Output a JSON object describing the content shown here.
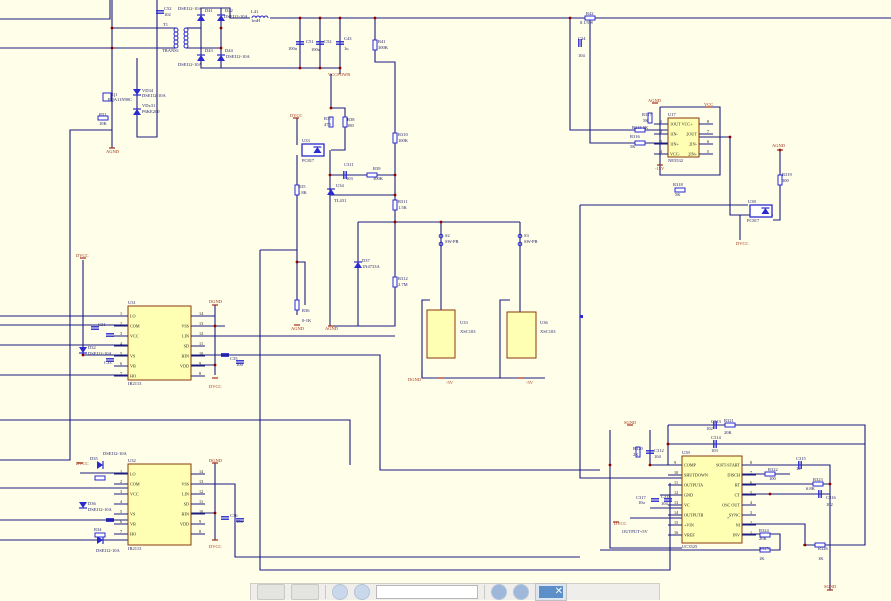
{
  "labels": {
    "c52top": "C52",
    "c52top_v": "102",
    "t1": "T1",
    "t1_part": "TRANS1",
    "d41": "D41",
    "d42": "D42",
    "d43": "D43",
    "d44": "D44",
    "dsei": "DSEI12-10A",
    "l41": "L41",
    "l41_v": "1mH",
    "c51": "C51",
    "c51_v": "100u",
    "c53": "C52",
    "c53_v": "100u",
    "c43": "C43",
    "c43_v": "1u",
    "r41": "R41",
    "r41_v": "300K",
    "vccpowr": "VCCPOWR",
    "q1": "Q1",
    "q1_part": "FQA11N90C",
    "vd34": "VD34",
    "vd34_part": "DSEI12-10A",
    "vdx31": "VDx31",
    "vdx31_part": "P6KE200",
    "r51": "R51",
    "r51_v": "10K",
    "agnd1": "AGND",
    "r42": "R42",
    "r42_v": "0.1/5W",
    "c34": "C34",
    "c34_v": "104",
    "r317": "R317",
    "r317_v": "5K",
    "agnd2": "AGND",
    "vcc1": "VCC",
    "r315": "R315 5K",
    "r316": "R316",
    "r316_v": "5K",
    "m15v": "-15V",
    "r318": "R318",
    "r318_v": "5K",
    "agnd3": "AGND",
    "r319": "R319",
    "r319_v": "300",
    "u38": "U38",
    "u38_part": "PC817",
    "dvcc_u38": "DVCC",
    "u33": "U33",
    "u33_part": "PC817",
    "dvcc1": "DVCC",
    "r37": "R37",
    "r37_v": "470",
    "r38": "R38",
    "r38_v": "180",
    "c311": "C311",
    "c311_v": "103",
    "r39": "R39",
    "r39_v": "300K",
    "u34": "U34",
    "u34_part": "TL431",
    "r310": "R310",
    "r310_v": "100K",
    "r311": "R311",
    "r311_v": "1.5K",
    "r312": "R312",
    "r312_v": "2.7M",
    "d37": "D37",
    "d37_part": "1N4733A",
    "r35": "R35",
    "r35_v": "1.8K",
    "r36": "R36",
    "r36_v": "0-1K",
    "agnd4": "AGND",
    "agnd5": "AGND",
    "s2": "S2",
    "s2_part": "SW-PB",
    "s3": "S3",
    "s3_part": "SW-PB",
    "xsc1": "U33",
    "xsc1_part": "XSC103",
    "xsc2": "U36",
    "xsc2_part": "XSC103",
    "dgnd_x": "DGND",
    "m5v1": "-5V",
    "m5v2": "-5V",
    "dvcc_ir1": "DVCC",
    "d32": "D32",
    "d32_part": "DSEI12-10A",
    "c31": "C31",
    "c33": "C33",
    "dgnd_ir1": "DGND",
    "dvcc_ir1b": "DVCC",
    "c35": "C35",
    "c35_v": "10u",
    "dvcc_ir2": "DVCC",
    "d35": "D35",
    "d35_part": "DSEI12-10A",
    "d36": "D36",
    "d36_part": "DSEI12-10A",
    "r34": "R34",
    "dgnd_ir2": "DGND",
    "dvcc_ir2b": "DVCC",
    "c36": "C36",
    "c36_v": "10u",
    "sgnd1": "SGND",
    "sgnd2": "SGND",
    "c313": "C313",
    "c313_v": "102",
    "r321": "R321",
    "r321_v": "20K",
    "c314": "C314",
    "c314_v": "103",
    "r320": "R320",
    "r320_v": "2K",
    "c312": "C312",
    "c312_v": "104",
    "c315": "C315",
    "c315_v": "1u",
    "r322": "R322",
    "r322_v": "100",
    "r323": "R323",
    "r323_v": "6.8K",
    "c316": "C316",
    "c316_v": "102",
    "c317": "C317",
    "c317_v": "10u",
    "c318": "C318",
    "c318_v": "104",
    "r324": "R324",
    "r324_v": "20K",
    "r325": "R325",
    "r325_v": "1K",
    "r326": "R326",
    "r326_v": "1K",
    "dvcc_uc": "DVCC",
    "output5v": "OUTPUT+5V"
  },
  "ics": {
    "u31": {
      "ref": "U31",
      "part": "IR2113",
      "left": [
        [
          "1",
          "LO"
        ],
        [
          "2",
          "COM"
        ],
        [
          "3",
          "VCC"
        ],
        [
          "4",
          ""
        ],
        [
          "5",
          "VS"
        ],
        [
          "6",
          "VB"
        ],
        [
          "7",
          "HO"
        ]
      ],
      "right": [
        [
          "14",
          ""
        ],
        [
          "13",
          "VSS"
        ],
        [
          "12",
          "LIN"
        ],
        [
          "11",
          "SD"
        ],
        [
          "10",
          "HIN"
        ],
        [
          "9",
          "VDD"
        ],
        [
          "8",
          ""
        ]
      ]
    },
    "u32": {
      "ref": "U32",
      "part": "IR2113",
      "left": [
        [
          "1",
          "LO"
        ],
        [
          "2",
          "COM"
        ],
        [
          "3",
          "VCC"
        ],
        [
          "4",
          ""
        ],
        [
          "5",
          "VS"
        ],
        [
          "6",
          "VB"
        ],
        [
          "7",
          "HO"
        ]
      ],
      "right": [
        [
          "14",
          ""
        ],
        [
          "13",
          "VSS"
        ],
        [
          "12",
          "LIN"
        ],
        [
          "11",
          "SD"
        ],
        [
          "10",
          "HIN"
        ],
        [
          "9",
          "VDD"
        ],
        [
          "8",
          ""
        ]
      ]
    },
    "u39": {
      "ref": "U39",
      "part": "UC3525",
      "left": [
        [
          "9",
          "COMP"
        ],
        [
          "10",
          "SHUTDOWN"
        ],
        [
          "11",
          "OUTPUTA"
        ],
        [
          "12",
          "GND"
        ],
        [
          "13",
          "VC"
        ],
        [
          "14",
          "OUTPUTB"
        ],
        [
          "15",
          "+VIN"
        ],
        [
          "16",
          "VREF"
        ]
      ],
      "right": [
        [
          "8",
          "SOFT-START"
        ],
        [
          "7",
          "DISCH"
        ],
        [
          "6",
          "RT"
        ],
        [
          "5",
          "CT"
        ],
        [
          "4",
          "OSC OUT"
        ],
        [
          "3",
          "SYNC"
        ],
        [
          "2",
          "NI"
        ],
        [
          "1",
          "INV"
        ]
      ]
    },
    "u17": {
      "ref": "U17",
      "part": "NE5532",
      "left": [
        [
          "1",
          "1OUT VCC+"
        ],
        [
          "2",
          "1IN-"
        ],
        [
          "3",
          "1IN+"
        ],
        [
          "4",
          "VCC-"
        ]
      ],
      "right": [
        [
          "8",
          ""
        ],
        [
          "7",
          "2OUT"
        ],
        [
          "6",
          "2IN-"
        ],
        [
          "5",
          "2IN+"
        ]
      ]
    }
  },
  "colors": {
    "background": "#fffee8",
    "wire": "#1c1c82",
    "component": "#2a2ad0",
    "ic_fill": "#ffffb4",
    "ic_border": "#8a3a10",
    "power": "#a0301a",
    "junction": "#8b0000"
  },
  "toolbar": {
    "zoom_field": ""
  }
}
